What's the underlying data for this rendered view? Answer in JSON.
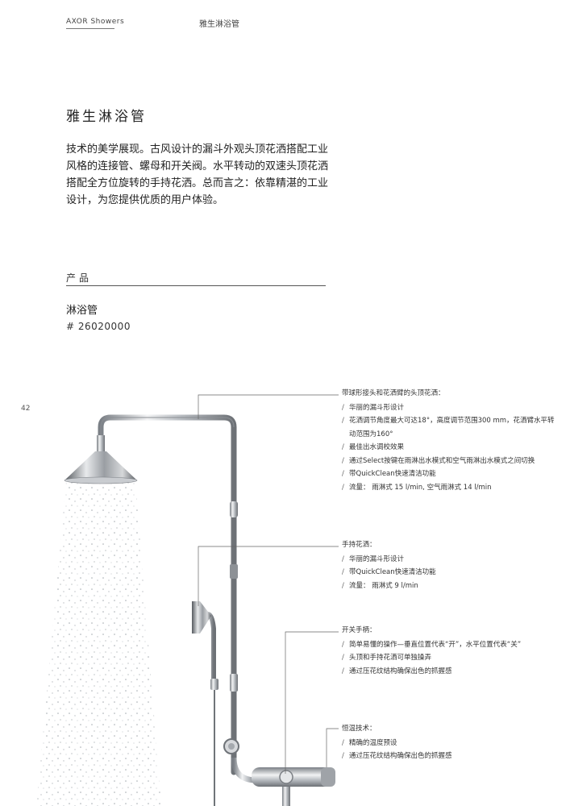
{
  "header": {
    "brand": "AXOR Showers",
    "section": "雅生淋浴管"
  },
  "page_title": "雅生淋浴管",
  "description": "技术的美学展现。古风设计的漏斗外观头顶花洒搭配工业风格的连接管、螺母和开关阀。水平转动的双速头顶花洒搭配全方位旋转的手持花洒。总而言之：依靠精湛的工业设计，为您提供优质的用户体验。",
  "products": {
    "label": "产品",
    "name": "淋浴管",
    "code": "# 26020000"
  },
  "page_number": "42",
  "callouts": [
    {
      "heading": "带球形接头和花洒臂的头顶花洒：",
      "items": [
        "华丽的漏斗形设计",
        "花洒调节角度最大可达18°，高度调节范围300 mm，花洒臂水平转动范围为160°",
        "最佳出水调校效果",
        "通过Select按键在雨淋出水模式和空气雨淋出水模式之间切换",
        "带QuickClean快速清洁功能",
        "流量：  雨淋式 15 l/min, 空气雨淋式 14 l/min"
      ]
    },
    {
      "heading": "手持花洒：",
      "items": [
        "华丽的漏斗形设计",
        "带QuickClean快速清洁功能",
        "流量：  雨淋式 9 l/min"
      ]
    },
    {
      "heading": "开关手柄：",
      "items": [
        "简单易懂的操作—垂直位置代表“开”，水平位置代表“关”",
        "头顶和手持花洒可单独操弄",
        "通过压花纹结构确保出色的抓握感"
      ]
    },
    {
      "heading": "恒温技术：",
      "items": [
        "精确的温度预设",
        "通过压花纹结构确保出色的抓握感"
      ]
    }
  ]
}
